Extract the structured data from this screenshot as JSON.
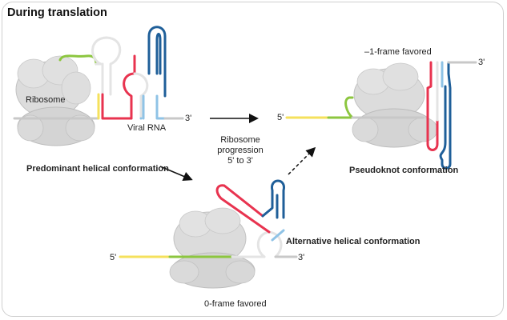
{
  "title": "During translation",
  "labels": {
    "ribosome": "Ribosome",
    "viral_rna": "Viral RNA",
    "three_prime": "3'",
    "five_prime": "5'",
    "predominant": "Predominant helical conformation",
    "pseudoknot": "Pseudoknot conformation",
    "alternative": "Alternative helical conformation",
    "minus1": "–1-frame favored",
    "zero_frame": "0-frame favored",
    "progression_line1": "Ribosome",
    "progression_line2": "progression",
    "progression_line3": "5' to 3'"
  },
  "colors": {
    "yellow": "#f5e15c",
    "green": "#8cc63f",
    "red": "#e8334f",
    "blue": "#1f5f99",
    "light_blue": "#8fc3e6",
    "gray_rna": "#c8c8c8",
    "white_rna": "#e6e6e6",
    "ribosome": "#d9d9d9",
    "ribosome_edge": "#bdbdbd"
  }
}
